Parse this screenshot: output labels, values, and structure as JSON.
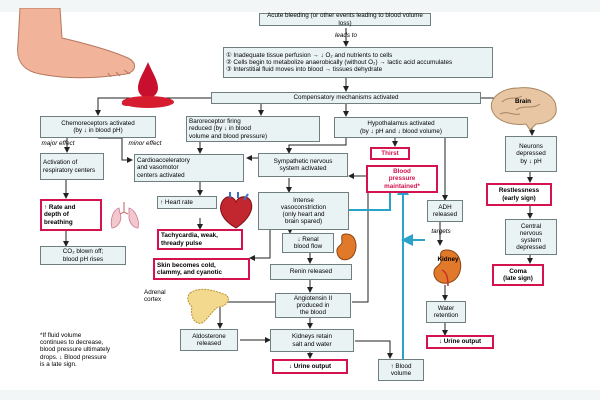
{
  "boxes": {
    "acute_bleeding": "Acute bleeding (or other events leading to blood volume loss)",
    "leads_to": "leads to",
    "effect_1": "① Inadequate tissue perfusion → ↓ O₂ and nutrients to cells",
    "effect_2": "② Cells begin to metabolize anaerobically (without O₂) → lactic acid accumulates",
    "effect_3": "③ Interstitial fluid moves into blood → tissues dehydrate",
    "compensatory": "Compensatory mechanisms activated",
    "chemoreceptors": "Chemoreceptors activated\n(by ↓ in blood pH)",
    "major_effect": "major effect",
    "minor_effect": "minor effect",
    "baroreceptor": "Baroreceptor firing\nreduced (by ↓ in blood\nvolume and blood pressure)",
    "hypothalamus": "Hypothalamus activated\n(by ↓ pH and ↓ blood volume)",
    "brain_label": "Brain",
    "respiratory": "Activation of\nrespiratory centers",
    "cardioacceleratory": "Cardioacceleratory\nand vasomotor\ncenters activated",
    "sympathetic": "Sympathetic nervous\nsystem activated",
    "thirst": "Thirst",
    "bp_maintained": "Blood\npressure\nmaintained*",
    "neurons": "Neurons\ndepressed\nby ↓ pH",
    "rate_depth": "↑ Rate and\ndepth of\nbreathing",
    "heart_rate": "↑ Heart rate",
    "vasoconstriction": "Intense\nvasoconstriction\n(only heart and\nbrain spared)",
    "adh": "ADH\nreleased",
    "targets": "targets",
    "restlessness": "Restlessness\n(early sign)",
    "tachycardia": "Tachycardia, weak,\nthready pulse",
    "renal": "↓ Renal\nblood flow",
    "kidney_label": "Kidney",
    "central_nervous": "Central\nnervous\nsystem\ndepressed",
    "co2": "CO₂ blown off;\nblood pH rises",
    "skin": "Skin becomes cold,\nclammy, and cyanotic",
    "renin": "Renin released",
    "coma": "Coma\n(late sign)",
    "adrenal_cortex": "Adrenal\ncortex",
    "angiotensin": "Angiotensin II\nproduced in\nthe blood",
    "water_retention": "Water\nretention",
    "footnote": "*If fluid volume\ncontinues to decrease,\nblood pressure ultimately\ndrops. ↓ Blood pressure\nis a late sign.",
    "aldosterone": "Aldosterone\nreleased",
    "kidneys_retain": "Kidneys retain\nsalt and water",
    "urine_output_right": "↓ Urine output",
    "urine_output_bottom": "↓ Urine output",
    "blood_volume": "↑ Blood\nvolume"
  },
  "colors": {
    "box_fill": "#eaf3f4",
    "box_border": "#6f7f80",
    "warning_border": "#d3124e",
    "feedback_arrow": "#29a3c9"
  },
  "icons": [
    "foot-icon",
    "blood-drop-icon",
    "brain-icon",
    "lungs-icon",
    "heart-icon",
    "kidney-icon",
    "adrenal-gland-icon"
  ]
}
